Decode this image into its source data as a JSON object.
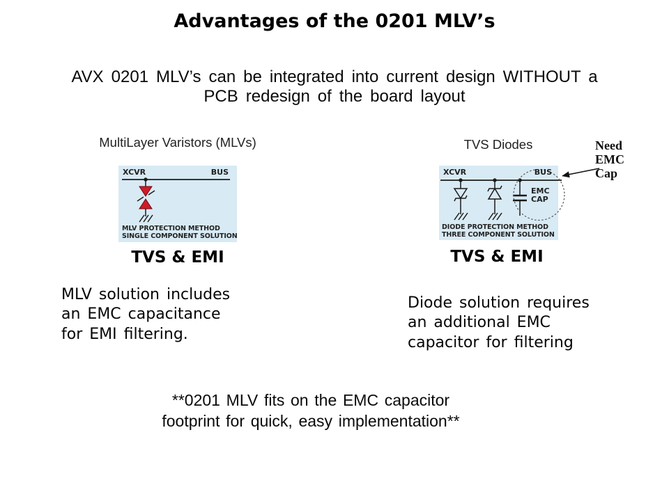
{
  "slide": {
    "title": "Advantages of the 0201 MLV’s",
    "subtitle_lines": [
      "AVX 0201 MLV’s can be integrated into current design WITHOUT a",
      "PCB redesign of the board layout"
    ],
    "footer_lines": [
      "**0201 MLV fits on the EMC capacitor",
      "footprint for quick, easy implementation**"
    ]
  },
  "colors": {
    "diagram_bg": "#d8eaf4",
    "varistor_red": "#ce1b28",
    "ink": "#1a1a1a"
  },
  "mlv_panel": {
    "heading": "MultiLayer Varistors (MLVs)",
    "xcvr": "XCVR",
    "bus": "BUS",
    "method_lines": [
      "MLV PROTECTION METHOD",
      "SINGLE COMPONENT SOLUTION"
    ],
    "caption": "TVS & EMI",
    "desc_lines": [
      "MLV solution includes",
      "an EMC capacitance",
      "for EMI filtering."
    ]
  },
  "tvs_panel": {
    "heading": "TVS Diodes",
    "xcvr": "XCVR",
    "bus": "BUS",
    "emc_cap_lines": [
      "EMC",
      "CAP"
    ],
    "note_lines": [
      "Need",
      "EMC",
      "Cap"
    ],
    "method_lines": [
      "DIODE PROTECTION METHOD",
      "THREE COMPONENT SOLUTION"
    ],
    "caption": "TVS & EMI",
    "desc_lines": [
      "Diode solution requires",
      "an additional EMC",
      "capacitor for filtering"
    ]
  }
}
